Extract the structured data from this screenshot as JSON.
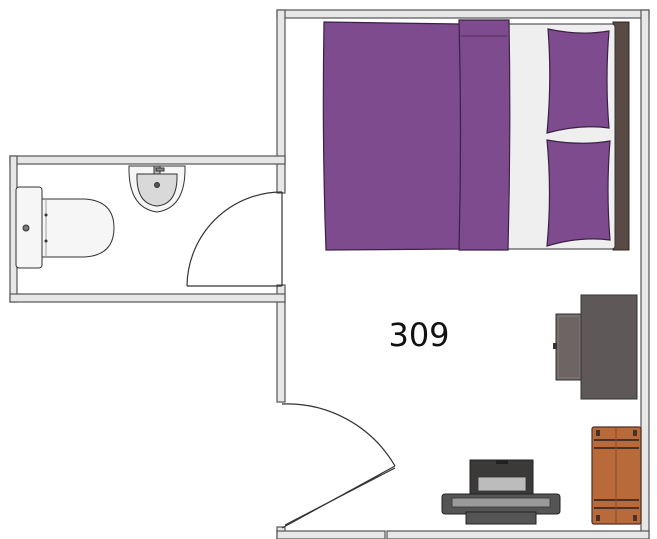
{
  "room": {
    "number": "309"
  },
  "colors": {
    "wall_fill": "#e7e7e7",
    "wall_stroke": "#555555",
    "floor": "#ffffff",
    "duvet": "#7e4b8f",
    "duvet_stroke": "#3a2144",
    "sheet": "#efefef",
    "headboard": "#5a4a45",
    "desk": "#5f5858",
    "chair": "#6d6464",
    "trunk": "#b86a3a",
    "trunk_band": "#4a3026",
    "tv_stand": "#555555",
    "tv": "#3c3939",
    "door_line": "#333333",
    "fixture_fill": "#f6f6f6",
    "sink_basin": "#d9d9d9"
  },
  "furniture": [
    "double-bed",
    "pillow",
    "pillow",
    "desk",
    "desk-chair",
    "storage-trunk",
    "tv-unit",
    "toilet",
    "washbasin"
  ]
}
